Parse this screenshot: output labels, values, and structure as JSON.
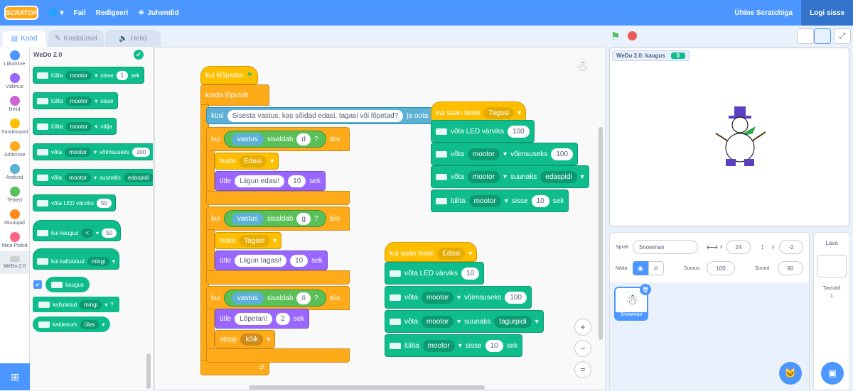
{
  "menubar": {
    "logo": "SCRATCH",
    "file": "Fail",
    "edit": "Redigeeri",
    "tutorials": "Juhendid",
    "join": "Ühine Scratchiga",
    "signin": "Logi sisse"
  },
  "tabs": [
    "Kood",
    "Kostüümid",
    "Helid"
  ],
  "categories": [
    {
      "label": "Liikumine",
      "color": "#4c97ff"
    },
    {
      "label": "Välimus",
      "color": "#9966ff"
    },
    {
      "label": "Helid",
      "color": "#cf63cf"
    },
    {
      "label": "Sündmused",
      "color": "#ffbf00"
    },
    {
      "label": "Juhtimine",
      "color": "#ffab19"
    },
    {
      "label": "Andurid",
      "color": "#5cb1d6"
    },
    {
      "label": "Tehted",
      "color": "#59c059"
    },
    {
      "label": "Muutujad",
      "color": "#ff8c1a"
    },
    {
      "label": "Minu Plokid",
      "color": "#ff6680"
    },
    {
      "label": "WeDo 2.0",
      "color": "#0fbd8c"
    }
  ],
  "palette": {
    "title": "WeDo 2.0",
    "b1": {
      "t1": "lülita",
      "d": "mootor",
      "t2": "sisse",
      "v": "1",
      "t3": "sek"
    },
    "b2": {
      "t1": "lülita",
      "d": "mootor",
      "t2": "sisse"
    },
    "b3": {
      "t1": "lülita",
      "d": "mootor",
      "t2": "välja"
    },
    "b4": {
      "t1": "võta",
      "d": "mootor",
      "t2": "võimsuseks",
      "v": "100"
    },
    "b5": {
      "t1": "võta",
      "d": "mootor",
      "t2": "suunaks",
      "d2": "edaspidi"
    },
    "b6": {
      "t1": "võta LED värviks",
      "v": "50"
    },
    "b7": {
      "t1": "kui kaugus",
      "d": "<",
      "v": "50"
    },
    "b8": {
      "t1": "kui kallutatud",
      "d": "mingi"
    },
    "b9": {
      "t1": "kaugus"
    },
    "b10": {
      "t1": "kallutatud",
      "d": "mingi",
      "q": "?"
    },
    "b11": {
      "t1": "kaldenurk",
      "d": "üles"
    }
  },
  "script1": {
    "hat": "kui klõpsata",
    "forever": "korda lõputult",
    "ask": "küsi",
    "ask_text": "Sisesta vastus, kas sõidad edasi, tagasi või lõpetad?",
    "ask_wait": "ja oota",
    "if_label": "kui",
    "then": "siis",
    "answer": "vastus",
    "contains": "sisaldab",
    "q": "?",
    "if1": {
      "letter": "d",
      "broadcast": "teata",
      "msg": "Edasi",
      "say": "ütle",
      "say_text": "Liigun edasi!",
      "secs": "10",
      "sek": "sek"
    },
    "if2": {
      "letter": "g",
      "broadcast": "teata",
      "msg": "Tagasi",
      "say": "ütle",
      "say_text": "Liigun tagasi!",
      "secs": "10",
      "sek": "sek"
    },
    "if3": {
      "letter": "ö",
      "say": "ütle",
      "say_text": "Lõpetan!",
      "secs": "2",
      "sek": "sek",
      "stop": "stopp",
      "stop_opt": "kõik"
    }
  },
  "script2": {
    "hat": "kui saan teate",
    "msg": "Tagasi",
    "led": "võta LED värviks",
    "led_v": "100",
    "pow": "võta",
    "motor": "mootor",
    "pow2": "võimsuseks",
    "pow_v": "100",
    "dir": "võta",
    "dir2": "suunaks",
    "dir_v": "edaspidi",
    "on": "lülita",
    "on2": "sisse",
    "on_v": "10",
    "sek": "sek"
  },
  "script3": {
    "hat": "kui saan teate",
    "msg": "Edasi",
    "led": "võta LED värviks",
    "led_v": "10",
    "pow": "võta",
    "motor": "mootor",
    "pow2": "võimsuseks",
    "pow_v": "100",
    "dir": "võta",
    "dir2": "suunaks",
    "dir_v": "tagurpidi",
    "on": "lülita",
    "on2": "sisse",
    "on_v": "10",
    "sek": "sek"
  },
  "zoom": {
    "in": "+",
    "out": "−",
    "reset": "="
  },
  "monitor": {
    "label": "WeDo 2.0: kaugus",
    "value": "0"
  },
  "sprite": {
    "sprite_label": "Sprait",
    "name": "Snowman",
    "x_label": "x",
    "x": "24",
    "y_label": "y",
    "y": "-2",
    "show_label": "Näita",
    "size_label": "Suurus",
    "size": "100",
    "dir_label": "Suund",
    "dir": "90",
    "tile_name": "Snowman"
  },
  "stagepanel": {
    "title": "Lava",
    "backdrops_label": "Taustad",
    "backdrops_count": "1"
  }
}
